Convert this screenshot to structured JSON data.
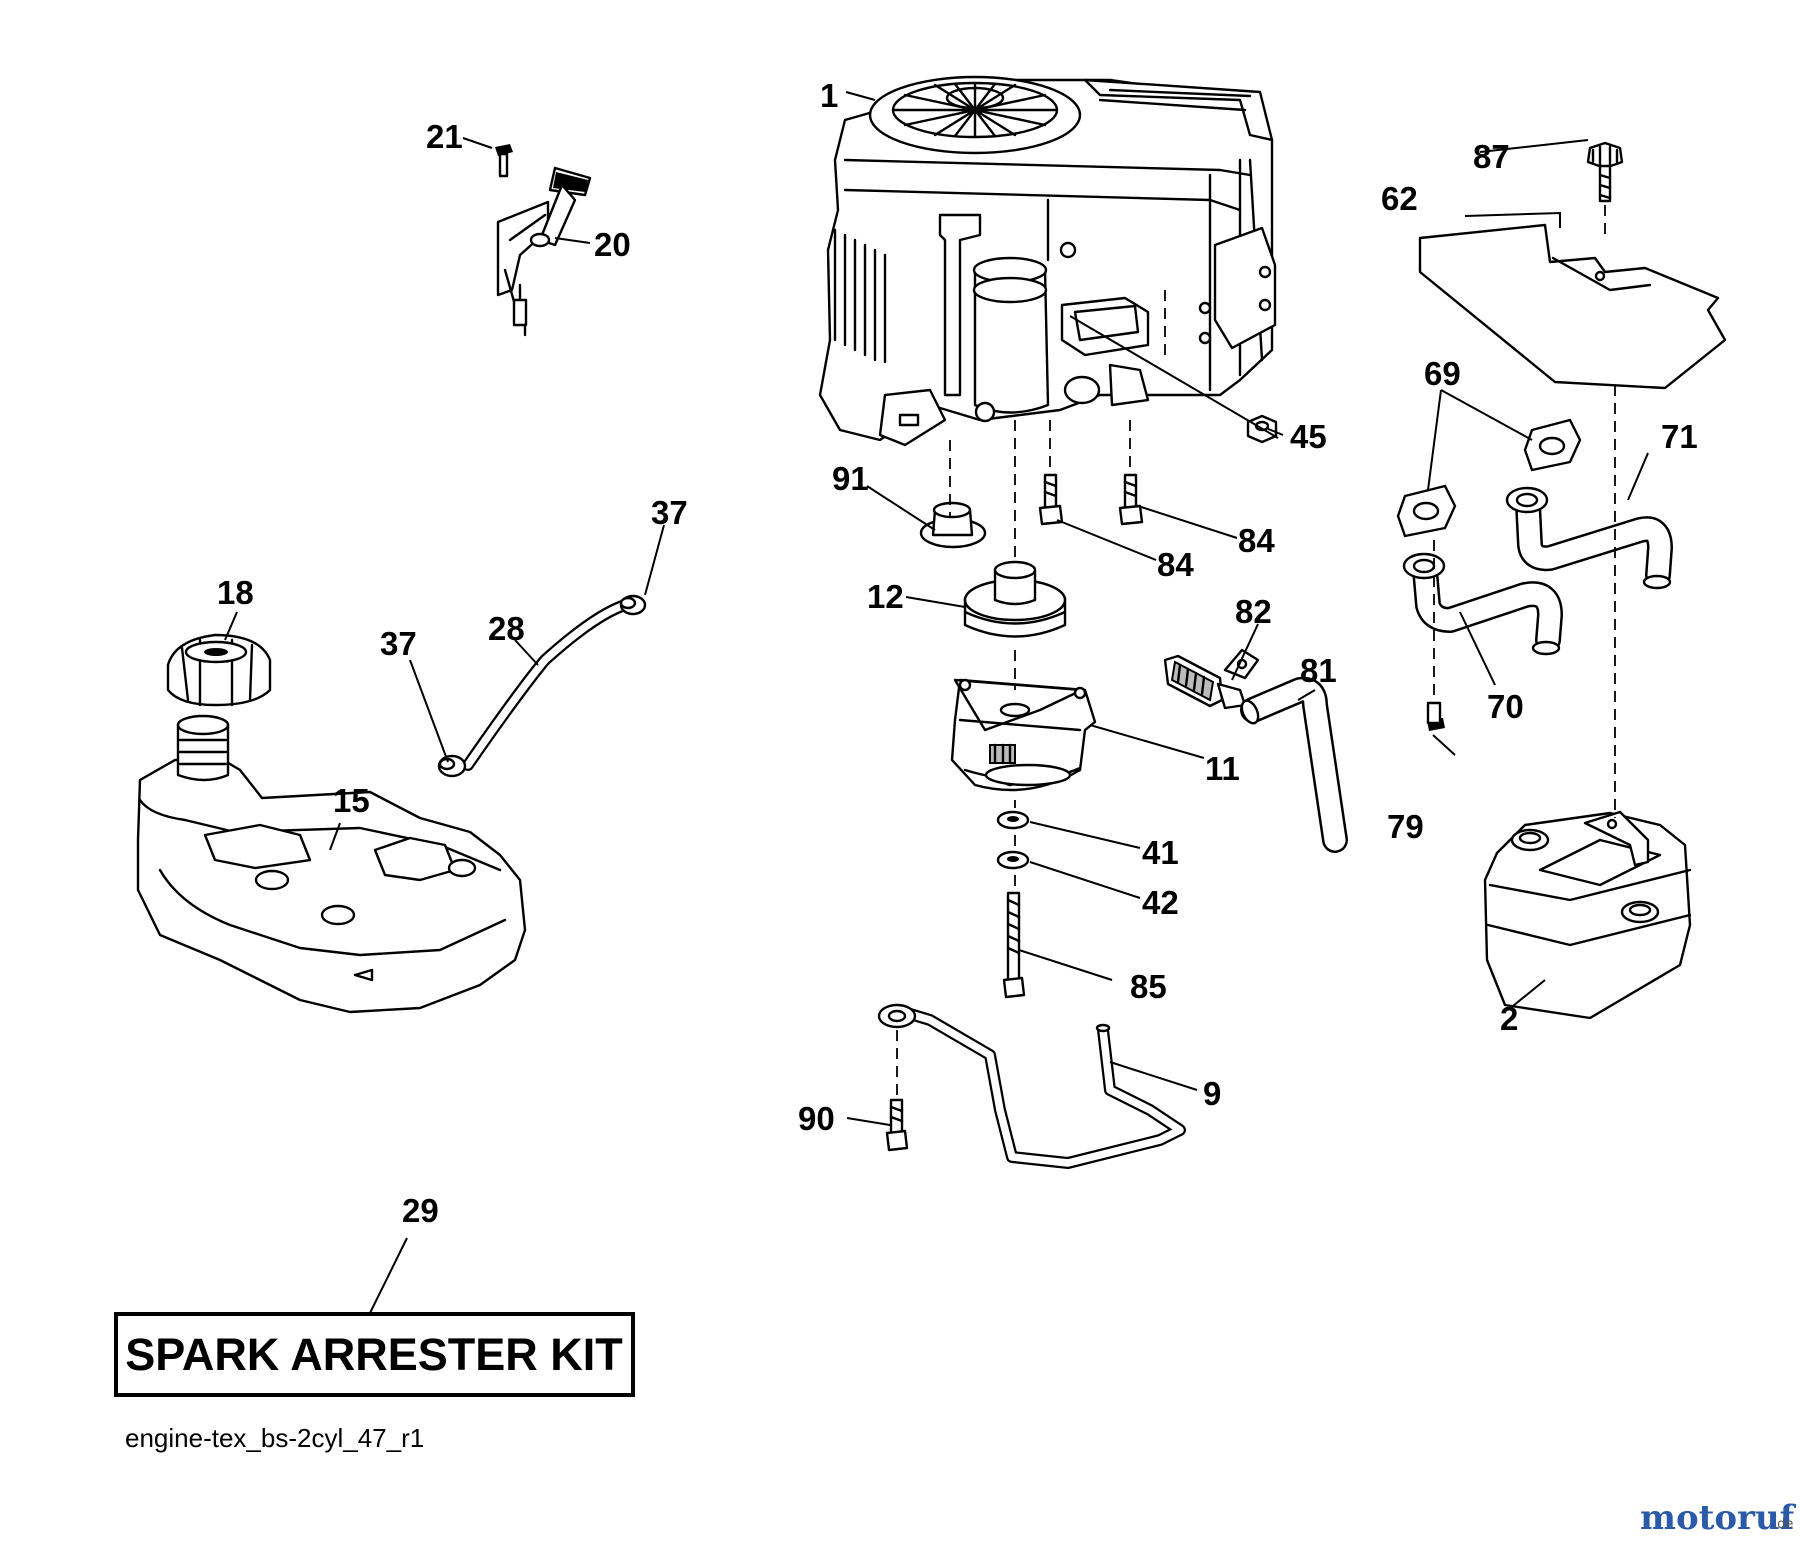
{
  "callouts": {
    "c1": "1",
    "c2": "2",
    "c9": "9",
    "c11": "11",
    "c12": "12",
    "c15": "15",
    "c18": "18",
    "c20": "20",
    "c21": "21",
    "c28": "28",
    "c29": "29",
    "c37a": "37",
    "c37b": "37",
    "c41": "41",
    "c42": "42",
    "c45": "45",
    "c62": "62",
    "c69": "69",
    "c70": "70",
    "c71": "71",
    "c79": "79",
    "c81": "81",
    "c82": "82",
    "c84a": "84",
    "c84b": "84",
    "c85": "85",
    "c87": "87",
    "c90": "90",
    "c91": "91"
  },
  "kit_label": "SPARK ARRESTER KIT",
  "file_name": "engine-tex_bs-2cyl_47_r1",
  "watermark": {
    "main": "motoruf",
    "suffix": ".de",
    "color_primary": "#2a5aa8",
    "color_accent": "#e0a020"
  }
}
